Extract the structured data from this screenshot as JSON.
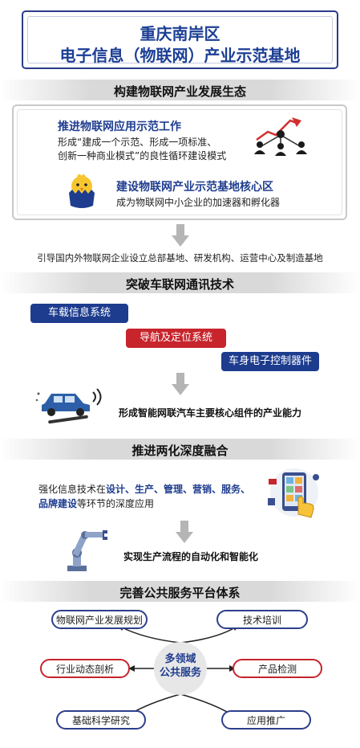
{
  "header": {
    "line1": "重庆南岸区",
    "line2": "电子信息（物联网）产业示范基地"
  },
  "section1": {
    "heading": "构建物联网产业发展生态",
    "item1_title": "推进物联网应用示范工作",
    "item1_line1": "形成“建成一个示范、形成一项标准、",
    "item1_line2": "创新一种商业模式”的良性循环建设模式",
    "item2_title": "建设物联网产业示范基地核心区",
    "item2_text": "成为物联网中小企业的加速器和孵化器",
    "result": "引导国内外物联网企业设立总部基地、研发机构、运营中心及制造基地"
  },
  "section2": {
    "heading": "突破车联网通讯技术",
    "tag1": "车载信息系统",
    "tag2": "导航及定位系统",
    "tag3": "车身电子控制器件",
    "result": "形成智能网联汽车主要核心组件的产业能力"
  },
  "section3": {
    "heading": "推进两化深度融合",
    "text_prefix": "强化信息技术在",
    "highlight1": "设计、生产、管理、营销、服务、",
    "highlight2": "品牌建设",
    "text_suffix": "等环节的深度应用",
    "result": "实现生产流程的自动化和智能化"
  },
  "section4": {
    "heading": "完善公共服务平台体系",
    "center_line1": "多领域",
    "center_line2": "公共服务",
    "nodes": {
      "top_left": "物联网产业发展规划",
      "top_right": "技术培训",
      "mid_left": "行业动态剖析",
      "mid_right": "产品检测",
      "bottom_left": "基础科学研究",
      "bottom_right": "应用推广"
    }
  },
  "colors": {
    "navy": "#1f3d8f",
    "pill_blue": "#1d3c8e",
    "pill_red": "#c7242c",
    "node_border_blue": "#2d3f8c",
    "node_border_red": "#c7242c",
    "gray_band": "#d9d9d9"
  },
  "icons": [
    "network-people-icon",
    "chick-icon",
    "car-repair-icon",
    "touchscreen-hand-icon",
    "robot-arm-icon",
    "gray-down-arrow-icon"
  ]
}
